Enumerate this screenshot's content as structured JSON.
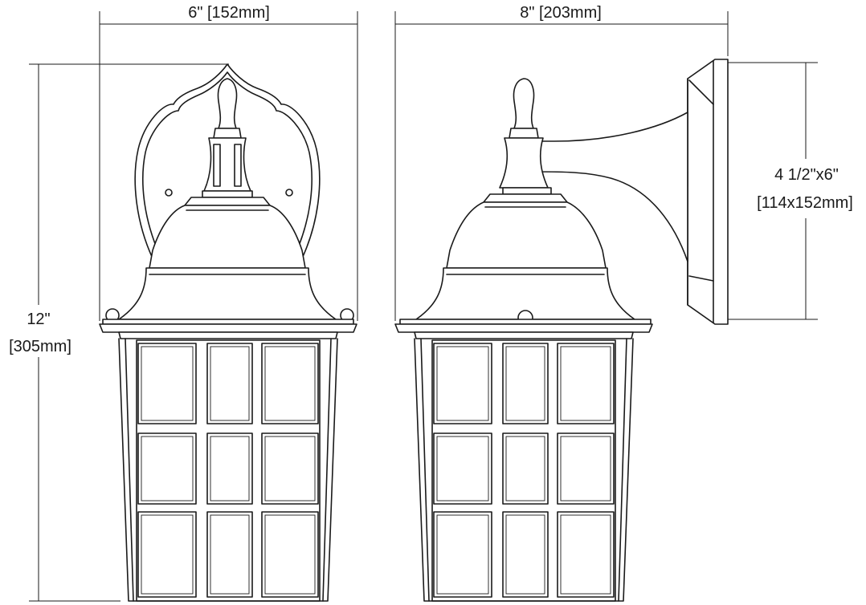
{
  "dimensions": {
    "front_width": "6\" [152mm]",
    "side_depth": "8\" [203mm]",
    "height_imperial": "12\"",
    "height_metric": "[305mm]",
    "backplate_imperial": "4 1/2\"x6\"",
    "backplate_metric": "[114x152mm]"
  }
}
